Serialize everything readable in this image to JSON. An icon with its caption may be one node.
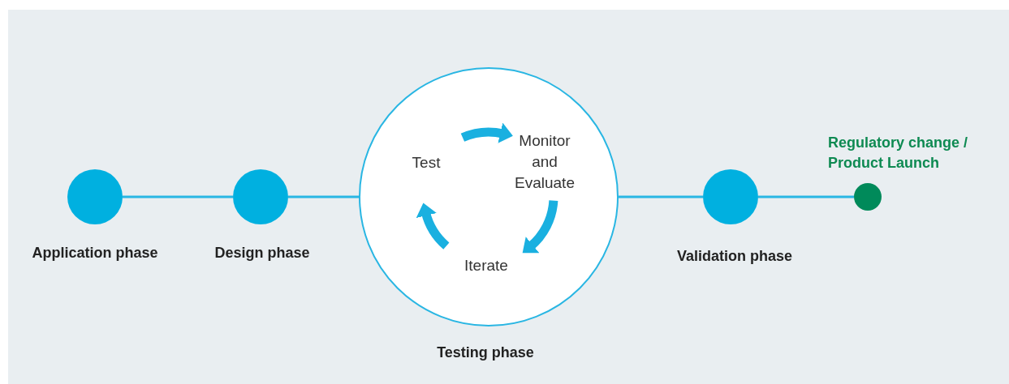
{
  "diagram": {
    "nodes": [
      {
        "text": [],
        "shape": "circle",
        "beside": [
          "Application phase"
        ]
      },
      {
        "text": [],
        "shape": "circle",
        "beside": [
          "Design phase"
        ]
      },
      {
        "text": [],
        "shape": "circle",
        "beside": [
          "Testing phase"
        ]
      },
      {
        "text": [
          "Test"
        ],
        "in": 2
      },
      {
        "text": [
          "Monitor and Evaluate"
        ],
        "in": 2
      },
      {
        "text": [
          "Iterate"
        ],
        "in": 2
      },
      {
        "text": [],
        "shape": "circle",
        "beside": [
          "Validation phase"
        ]
      },
      {
        "text": [],
        "shape": "circle",
        "beside": [
          "Regulatory change / Product Launch"
        ]
      }
    ],
    "edges": [
      {
        "from": 0,
        "to": 1,
        "arrow": "none"
      },
      {
        "from": 1,
        "to": 2,
        "arrow": "none"
      },
      {
        "from": 2,
        "to": 6,
        "arrow": "none"
      },
      {
        "from": 6,
        "to": 7,
        "arrow": "none"
      },
      {
        "from": 3,
        "to": 4,
        "arrow": "to",
        "style": "thick"
      },
      {
        "from": 4,
        "to": 5,
        "arrow": "to",
        "style": "thick"
      },
      {
        "from": 5,
        "to": 3,
        "arrow": "to",
        "style": "thick"
      }
    ]
  }
}
